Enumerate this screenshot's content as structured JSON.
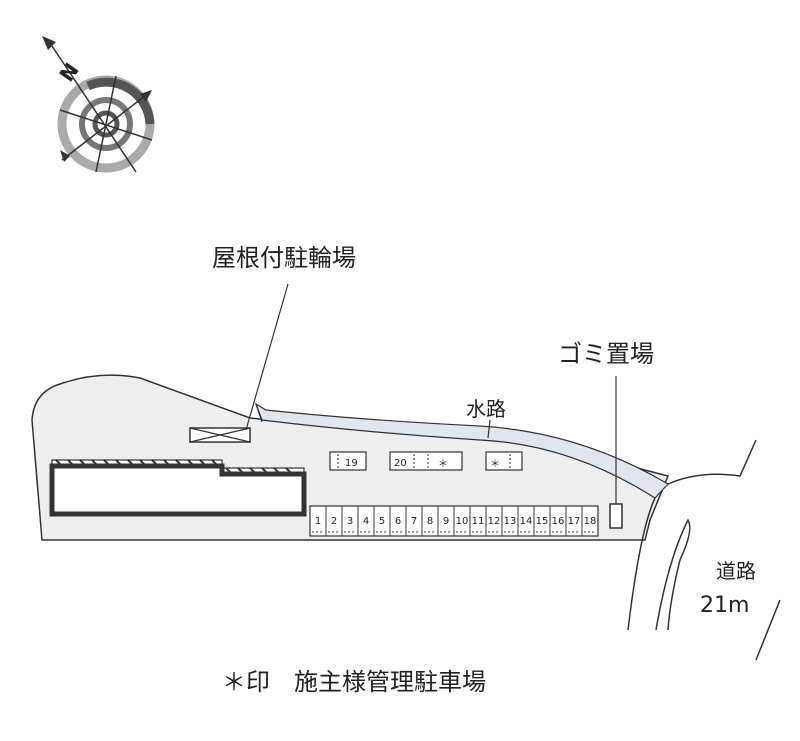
{
  "compass": {
    "north_letter": "N",
    "icon": "compass-rose-icon"
  },
  "labels": {
    "bike_parking": "屋根付駐輪場",
    "garbage": "ゴミ置場",
    "waterway": "水路",
    "road": "道路",
    "road_width": "21m",
    "legend": "＊印　施主様管理駐車場"
  },
  "parking": {
    "row_slots": [
      "1",
      "2",
      "3",
      "4",
      "5",
      "6",
      "7",
      "8",
      "9",
      "10",
      "11",
      "12",
      "13",
      "14",
      "15",
      "16",
      "17",
      "18"
    ],
    "upper_slots": {
      "slot_19": "19",
      "slot_20": "20",
      "owner_a": "＊",
      "owner_b": "＊"
    }
  },
  "colors": {
    "site": "#eeeeee",
    "waterway": "#dfe6ee",
    "line": "#333333",
    "compass_gray": "#aaaaaa",
    "compass_dark": "#555555"
  }
}
